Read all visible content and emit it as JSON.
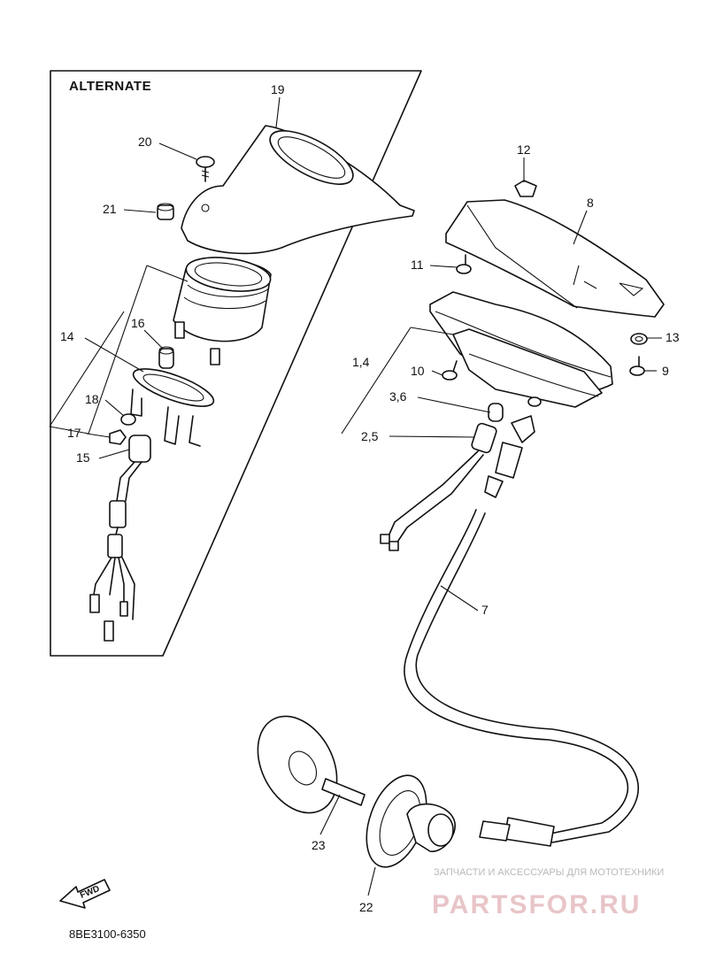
{
  "diagram": {
    "alternate_title": "ALTERNATE",
    "part_code": "8BE3100-6350",
    "fwd_label": "FWD",
    "callouts": [
      {
        "id": "c1",
        "text": "19"
      },
      {
        "id": "c2",
        "text": "20"
      },
      {
        "id": "c3",
        "text": "21"
      },
      {
        "id": "c4",
        "text": "16"
      },
      {
        "id": "c5",
        "text": "14"
      },
      {
        "id": "c6",
        "text": "18"
      },
      {
        "id": "c7",
        "text": "17"
      },
      {
        "id": "c8",
        "text": "15"
      },
      {
        "id": "c9",
        "text": "12"
      },
      {
        "id": "c10",
        "text": "8"
      },
      {
        "id": "c11",
        "text": "11"
      },
      {
        "id": "c12",
        "text": "13"
      },
      {
        "id": "c13",
        "text": "1,4"
      },
      {
        "id": "c14",
        "text": "10"
      },
      {
        "id": "c15",
        "text": "9"
      },
      {
        "id": "c16",
        "text": "3,6"
      },
      {
        "id": "c17",
        "text": "2,5"
      },
      {
        "id": "c18",
        "text": "7"
      },
      {
        "id": "c19",
        "text": "23"
      },
      {
        "id": "c20",
        "text": "22"
      }
    ]
  },
  "watermark": {
    "caption": "ЗАПЧАСТИ И АКСЕССУАРЫ ДЛЯ МОТОТЕХНИКИ",
    "logo": "PARTSFOR.RU"
  }
}
